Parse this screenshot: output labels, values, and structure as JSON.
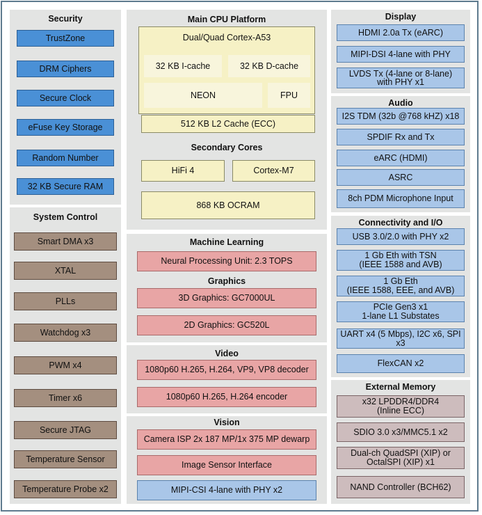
{
  "security": {
    "title": "Security",
    "items": [
      "TrustZone",
      "DRM Ciphers",
      "Secure Clock",
      "eFuse Key Storage",
      "Random Number",
      "32 KB Secure RAM"
    ]
  },
  "system_control": {
    "title": "System Control",
    "items": [
      "Smart DMA x3",
      "XTAL",
      "PLLs",
      "Watchdog x3",
      "PWM x4",
      "Timer x6",
      "Secure JTAG",
      "Temperature Sensor",
      "Temperature Probe x2"
    ]
  },
  "cpu": {
    "title": "Main CPU Platform",
    "core": "Dual/Quad Cortex-A53",
    "icache": "32 KB I-cache",
    "dcache": "32 KB D-cache",
    "neon": "NEON",
    "fpu": "FPU",
    "l2": "512 KB L2 Cache (ECC)",
    "secondary_title": "Secondary Cores",
    "hifi": "HiFi 4",
    "m7": "Cortex-M7",
    "ocram": "868 KB OCRAM"
  },
  "ml": {
    "title": "Machine Learning",
    "npu": "Neural Processing Unit: 2.3 TOPS",
    "graphics_title": "Graphics",
    "gpu3d": "3D Graphics: GC7000UL",
    "gpu2d": "2D Graphics: GC520L"
  },
  "video": {
    "title": "Video",
    "decoder": "1080p60 H.265, H.264, VP9, VP8 decoder",
    "encoder": "1080p60 H.265, H.264 encoder"
  },
  "vision": {
    "title": "Vision",
    "isp": "Camera ISP 2x 187 MP/1x 375 MP dewarp",
    "sensor": "Image Sensor Interface",
    "csi": "MIPI-CSI 4-lane with PHY x2"
  },
  "display": {
    "title": "Display",
    "items": [
      "HDMI 2.0a  Tx (eARC)",
      "MIPI-DSI 4-lane with PHY",
      "LVDS Tx (4-lane or 8-lane)\nwith PHY x1"
    ]
  },
  "audio": {
    "title": "Audio",
    "items": [
      "I2S TDM (32b @768 kHZ) x18",
      "SPDIF Rx and Tx",
      "eARC (HDMI)",
      "ASRC",
      "8ch PDM Microphone Input"
    ]
  },
  "connectivity": {
    "title": "Connectivity and I/O",
    "items": [
      "USB 3.0/2.0 with PHY x2",
      "1 Gb Eth with TSN\n(IEEE 1588 and AVB)",
      "1 Gb Eth\n(IEEE 1588, EEE, and AVB)",
      "PCIe Gen3 x1\n1-lane L1 Substates",
      "UART x4 (5 Mbps), I2C x6, SPI x3",
      "FlexCAN x2"
    ]
  },
  "memory": {
    "title": "External Memory",
    "items": [
      "x32 LPDDR4/DDR4\n(Inline ECC)",
      "SDIO 3.0 x3/MMC5.1 x2",
      "Dual-ch QuadSPI (XIP) or\nOctalSPI (XIP) x1",
      "NAND Controller (BCH62)"
    ]
  },
  "colors": {
    "frame": "#5e7a8e",
    "panel": "#e3e4e3",
    "security_blue": "#4a90d6",
    "light_blue": "#a9c6e8",
    "brown": "#a48f7f",
    "pink": "#e8a5a5",
    "yellow": "#f6f1c5",
    "mauve": "#cdbcbd"
  }
}
